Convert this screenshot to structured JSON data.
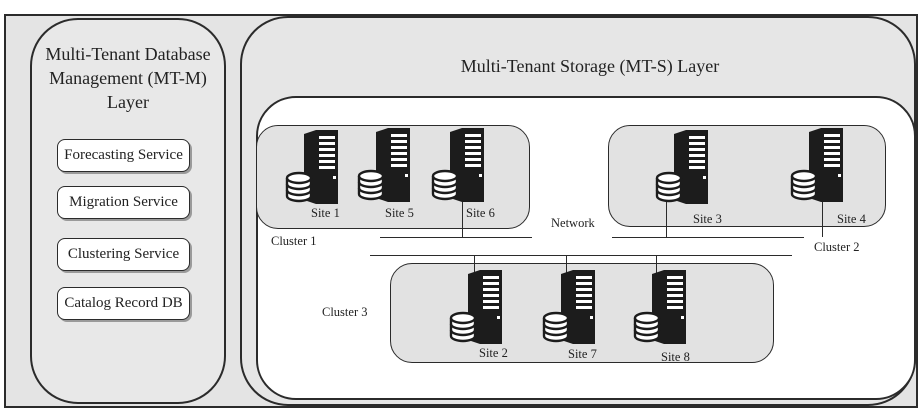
{
  "mt_m_layer": {
    "title_line1": "Multi-Tenant Database",
    "title_line2": "Management (MT-M) Layer",
    "services": [
      "Forecasting Service",
      "Migration Service",
      "Clustering Service",
      "Catalog Record DB"
    ]
  },
  "mt_s_layer": {
    "title": "Multi-Tenant Storage (MT-S) Layer"
  },
  "network": {
    "label": "Network"
  },
  "clusters": [
    {
      "label": "Cluster 1",
      "sites": [
        "Site 1",
        "Site 5",
        "Site 6"
      ]
    },
    {
      "label": "Cluster 2",
      "sites": [
        "Site 3",
        "Site 4"
      ]
    },
    {
      "label": "Cluster 3",
      "sites": [
        "Site 2",
        "Site 7",
        "Site 8"
      ]
    }
  ],
  "icons": {
    "site": "server-with-database-icon"
  },
  "colors": {
    "outline": "#2b2b2b",
    "layer_fill": "#e6e6e6",
    "cluster_fill": "#e2e2e2",
    "server": "#1c1c1c"
  }
}
